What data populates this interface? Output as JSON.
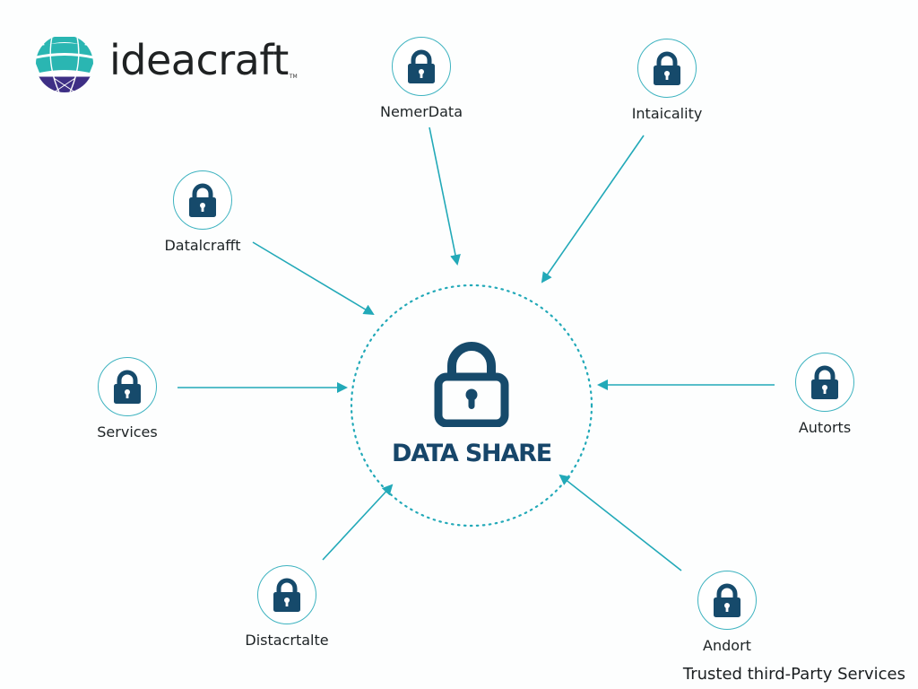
{
  "logo": {
    "brand_name": "ideacraft",
    "trademark": "TM"
  },
  "center": {
    "title": "DATA SHARE",
    "icon": "lock-icon"
  },
  "nodes": [
    {
      "id": "nemerdata",
      "label": "NemerData",
      "icon": "lock-icon"
    },
    {
      "id": "intaicality",
      "label": "Intaicality",
      "icon": "lock-icon"
    },
    {
      "id": "datalcrafft",
      "label": "Datalcrafft",
      "icon": "lock-icon"
    },
    {
      "id": "services",
      "label": "Services",
      "icon": "lock-icon"
    },
    {
      "id": "autorts",
      "label": "Autorts",
      "icon": "lock-icon"
    },
    {
      "id": "distacrtalte",
      "label": "Distacrtalte",
      "icon": "lock-icon"
    },
    {
      "id": "andort",
      "label": "Andort",
      "icon": "lock-icon"
    }
  ],
  "footer": {
    "caption": "Trusted third-Party Services"
  },
  "colors": {
    "lock_fill": "#164a6b",
    "accent_teal": "#22a9b8",
    "node_ring": "#3eb3c0",
    "center_title": "#17466a",
    "logo_teal": "#2ab6b2",
    "logo_purple": "#3e2f85"
  }
}
